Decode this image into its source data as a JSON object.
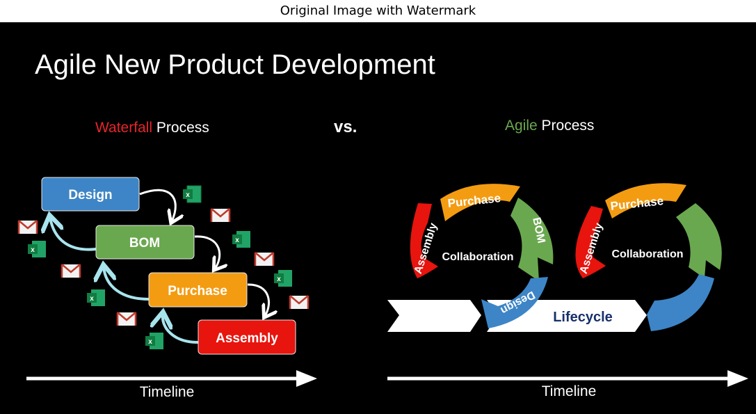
{
  "window_title": "Original Image with Watermark",
  "slide": {
    "title": "Agile New Product Development",
    "waterfall_heading": {
      "highlight": "Waterfall",
      "rest": " Process"
    },
    "vs_label": "vs.",
    "agile_heading": {
      "highlight": "Agile",
      "rest": " Process"
    },
    "waterfall_steps": [
      "Design",
      "BOM",
      "Purchase",
      "Assembly"
    ],
    "agile_cycle_1": {
      "center": "Collaboration",
      "segments": [
        "Purchase",
        "BOM",
        "Design",
        "Assembly"
      ]
    },
    "agile_cycle_2": {
      "center": "Collaboration",
      "segments": [
        "Purchase",
        "Assembly"
      ]
    },
    "lifecycle_label": "Lifecycle",
    "timeline_left": "Timeline",
    "timeline_right": "Timeline",
    "excel_icon_letter": "x"
  },
  "colors": {
    "background": "#000000",
    "waterfall_red": "#e8242b",
    "agile_green": "#6aa84f",
    "design_blue": "#3d85c6",
    "bom_green": "#6aa84f",
    "purchase_orange": "#f39c12",
    "assembly_red": "#e8140e",
    "lifecycle_navy": "#17306b",
    "loop_arrow": "#a8e4ee"
  }
}
